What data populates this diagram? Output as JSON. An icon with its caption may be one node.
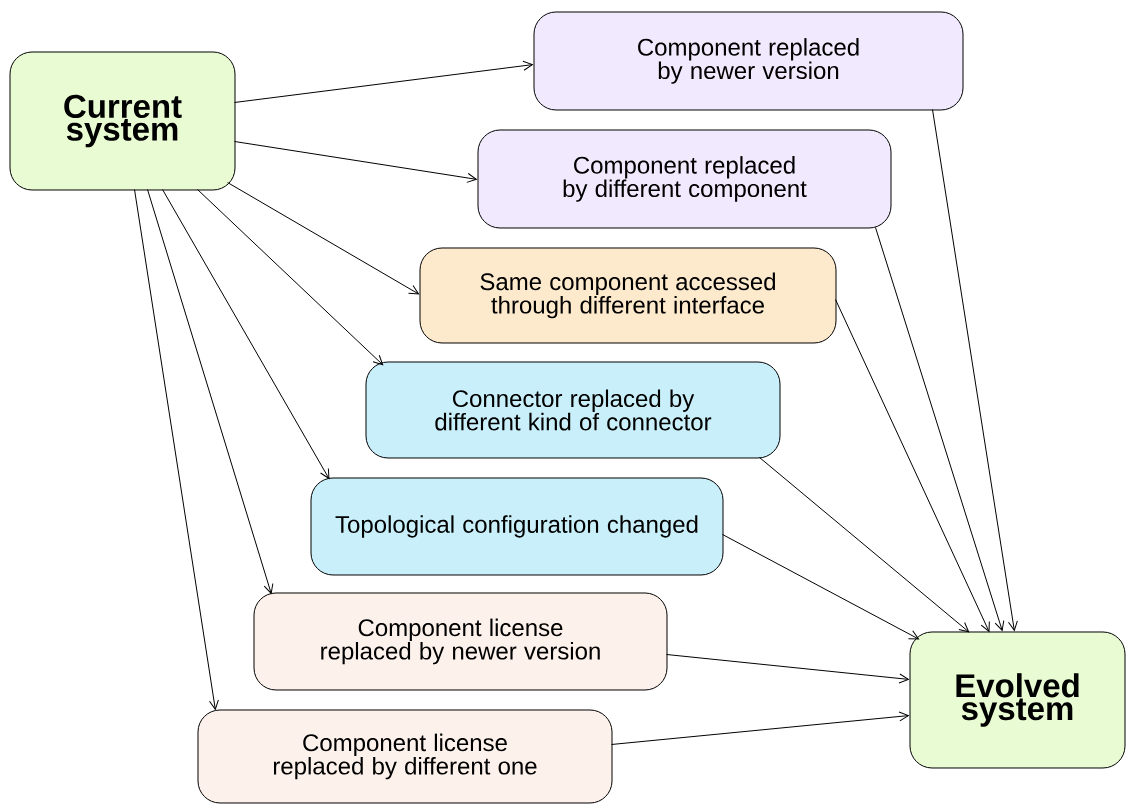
{
  "diagram": {
    "nodes": [
      {
        "text": [
          "Current system"
        ]
      },
      {
        "text": [
          "Component replaced by newer version"
        ]
      },
      {
        "text": [
          "Component replaced by different component"
        ]
      },
      {
        "text": [
          "Same component  accessed through different interface"
        ]
      },
      {
        "text": [
          "Connector replaced by different kind of connector"
        ]
      },
      {
        "text": [
          "Topological configuration changed"
        ]
      },
      {
        "text": [
          "Component license replaced by newer version"
        ]
      },
      {
        "text": [
          "Component license replaced by different one"
        ]
      },
      {
        "text": [
          "Evolved system"
        ]
      }
    ],
    "edges": [
      {
        "from": 0,
        "to": 1,
        "arrow": "to"
      },
      {
        "from": 0,
        "to": 2,
        "arrow": "to"
      },
      {
        "from": 0,
        "to": 3,
        "arrow": "to"
      },
      {
        "from": 0,
        "to": 4,
        "arrow": "to"
      },
      {
        "from": 0,
        "to": 5,
        "arrow": "to"
      },
      {
        "from": 0,
        "to": 6,
        "arrow": "to"
      },
      {
        "from": 0,
        "to": 7,
        "arrow": "to"
      },
      {
        "from": 1,
        "to": 8,
        "arrow": "to"
      },
      {
        "from": 2,
        "to": 8,
        "arrow": "to"
      },
      {
        "from": 3,
        "to": 8,
        "arrow": "to"
      },
      {
        "from": 4,
        "to": 8,
        "arrow": "to"
      },
      {
        "from": 5,
        "to": 8,
        "arrow": "to"
      },
      {
        "from": 6,
        "to": 8,
        "arrow": "to"
      },
      {
        "from": 7,
        "to": 8,
        "arrow": "to"
      }
    ]
  }
}
